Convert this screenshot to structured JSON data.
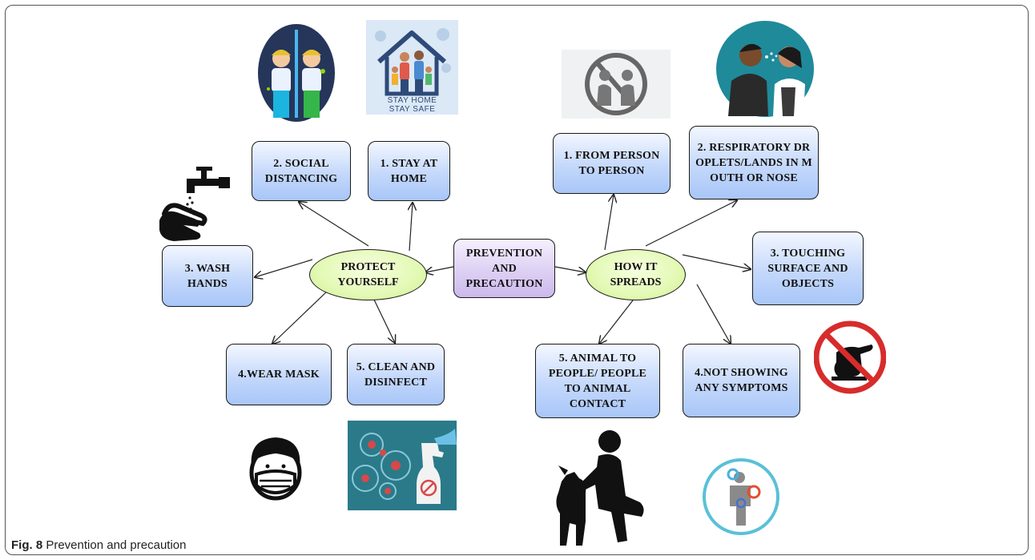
{
  "center": {
    "label": "PREVENTION AND PRECAUTION"
  },
  "protect": {
    "label": "PROTECT YOURSELF",
    "items": [
      {
        "label": "2. SOCIAL DISTANCING"
      },
      {
        "label": "1. STAY AT HOME"
      },
      {
        "label": "3. WASH HANDS"
      },
      {
        "label": "4.WEAR MASK"
      },
      {
        "label": "5. CLEAN AND DISINFECT"
      }
    ]
  },
  "spread": {
    "label": "HOW IT SPREADS",
    "items": [
      {
        "label": "1. FROM PERSON TO PERSON"
      },
      {
        "label": "2. RESPIRATORY DROPLETS/LANDS IN MOUTH OR NOSE"
      },
      {
        "label": "3. TOUCHING SURFACE AND OBJECTS"
      },
      {
        "label": "4.NOT SHOWING ANY SYMPTOMS"
      },
      {
        "label": "5. ANIMAL TO PEOPLE/ PEOPLE TO ANIMAL CONTACT"
      }
    ]
  },
  "poster": {
    "line1": "STAY HOME",
    "line2": "STAY SAFE"
  },
  "caption": {
    "fig": "Fig. 8",
    "text": "Prevention and precaution"
  },
  "colors": {
    "box_blue": "#a8c6f8",
    "box_purple": "#cbb9ec",
    "ellipse_green": "#cdee8e",
    "icon_navy": "#25365a",
    "icon_teal": "#1f8a9a",
    "no_sign_red": "#d72c2c"
  },
  "icons": [
    "social-distancing-icon",
    "stay-home-icon",
    "hand-wash-icon",
    "no-contact-icon",
    "cough-icon",
    "no-touch-icon",
    "mask-icon",
    "disinfect-icon",
    "animal-contact-icon",
    "asymptomatic-icon"
  ]
}
